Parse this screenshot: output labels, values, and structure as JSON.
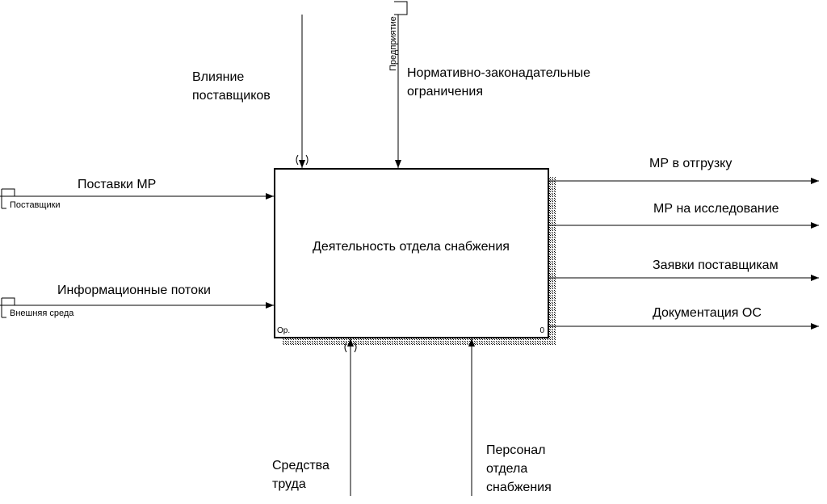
{
  "diagram": {
    "box": {
      "title": "Деятельность отдела снабжения",
      "corner_left": "Ор.",
      "corner_right": "0"
    },
    "controls": {
      "supplier_influence": {
        "line1": "Влияние",
        "line2": "поставщиков"
      },
      "regulations": {
        "line1": "Нормативно-законадательные",
        "line2": "ограничения",
        "tunnel_label": "Предприятие"
      }
    },
    "inputs": {
      "supplies": {
        "label": "Поставки МР",
        "tunnel_label": "Поставщики"
      },
      "info_flows": {
        "label": "Информационные потоки",
        "tunnel_label": "Внешняя среда"
      }
    },
    "outputs": [
      "МР в отгрузку",
      "МР на исследование",
      "Заявки поставщикам",
      "Документация ОС"
    ],
    "mechanisms": {
      "tools": {
        "line1": "Средства",
        "line2": "труда"
      },
      "staff": {
        "line1": "Персонал",
        "line2": "отдела",
        "line3": "снабжения"
      }
    }
  }
}
